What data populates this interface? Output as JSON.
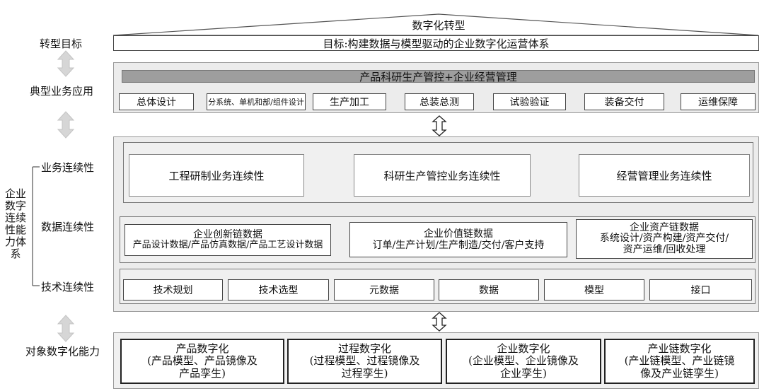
{
  "header": {
    "top_title": "数字化转型",
    "goal": "目标:构建数据与模型驱动的企业数字化运营体系"
  },
  "left_labels": {
    "transformation_goal": "转型目标",
    "typical_business": "典型业务应用",
    "system_title": "企业\n数字\n连续\n性能\n力体\n系",
    "business_continuity": "业务连续性",
    "data_continuity": "数据连续性",
    "tech_continuity": "技术连续性",
    "object_digital": "对象数字化能力"
  },
  "business": {
    "bar": "产品科研生产管控+企业经营管理",
    "steps": [
      "总体设计",
      "分系统、单机和部/组件设计",
      "生产加工",
      "总装总测",
      "试验验证",
      "装备交付",
      "运维保障"
    ]
  },
  "continuity": {
    "business_items": [
      "工程研制业务连续性",
      "科研生产管控业务连续性",
      "经营管理业务连续性"
    ],
    "data_items": [
      {
        "title": "企业创新链数据",
        "detail": "产品设计数据/产品仿真数据/产品工艺设计数据"
      },
      {
        "title": "企业价值链数据",
        "detail": "订单/生产计划/生产制造/交付/客户支持"
      },
      {
        "title": "企业资产链数据",
        "detail1": "系统设计/资产构建/资产交付/",
        "detail2": "资产运维/回收处理"
      }
    ],
    "tech_items": [
      "技术规划",
      "技术选型",
      "元数据",
      "数据",
      "模型",
      "接口"
    ]
  },
  "objects": [
    {
      "title": "产品数字化",
      "l1": "(产品模型、产品镜像及",
      "l2": "产品孪生)"
    },
    {
      "title": "过程数字化",
      "l1": "(过程模型、过程镜像及",
      "l2": "过程孪生)"
    },
    {
      "title": "企业数字化",
      "l1": "(企业模型、企业镜像及",
      "l2": "企业孪生)"
    },
    {
      "title": "产业链数字化",
      "l1": "(产业链模型、产业链镜",
      "l2": "像及产业链孪生)"
    }
  ]
}
